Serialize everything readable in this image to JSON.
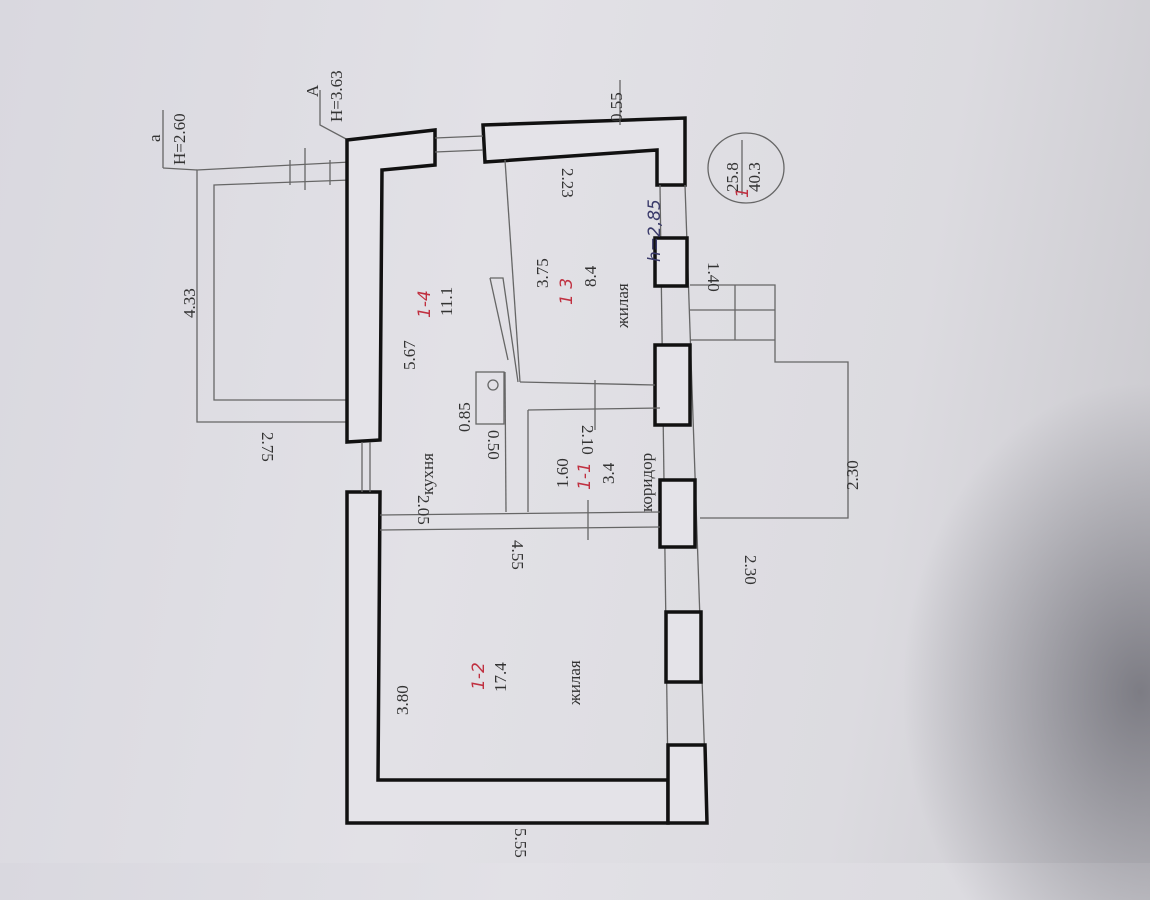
{
  "plan": {
    "annex_label": "а",
    "annex_height": "Н=2.60",
    "main_label": "А",
    "main_height": "Н=3.63",
    "dims": {
      "annex_length": "4.33",
      "annex_width": "2.75",
      "kitchen_length": "5.67",
      "kitchen_width": "2.05",
      "stove_len": "0.85",
      "stove_w": "0.50",
      "room3_length": "3.75",
      "room3_width": "2.23",
      "wall_top": "0.55",
      "porch_step": "1.40",
      "porch_w": "2.30",
      "porch_l": "2.30",
      "corridor_l": "1.60",
      "corridor_w": "2.10",
      "room2_width": "4.55",
      "room2_length": "3.80",
      "overall": "5.55"
    },
    "rooms": [
      {
        "id": "1-4",
        "area": "11.1",
        "name": "кухня"
      },
      {
        "id": "1 3",
        "area": "8.4",
        "name": "жилая"
      },
      {
        "id": "1-1",
        "area": "3.4",
        "name": "коридор"
      },
      {
        "id": "1-2",
        "area": "17.4",
        "name": "жилая"
      }
    ],
    "ceiling_note": "h=2,85",
    "summary": {
      "prefix": "1",
      "living": "25.8",
      "total": "40.3"
    }
  }
}
